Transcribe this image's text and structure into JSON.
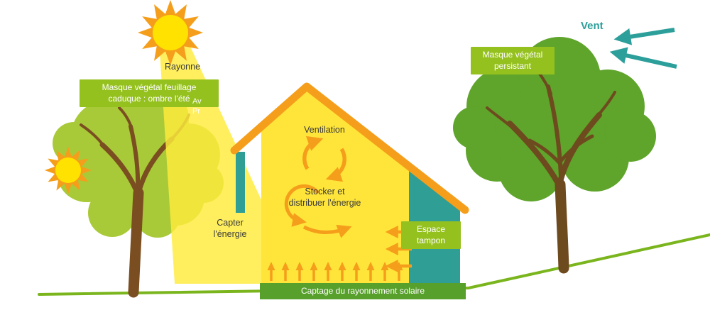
{
  "scene": {
    "wind": {
      "label": "Vent"
    },
    "radiation_label": "Rayonne",
    "overhang_fragment": {
      "line1": "Av",
      "line2": "Pr"
    },
    "left_tree_mask": {
      "line1": "Masque végétal feuillage",
      "line2": "caduque : ombre l'été"
    },
    "right_tree_mask": {
      "line1": "Masque végétal",
      "line2": "persistant"
    },
    "house": {
      "ventilation": "Ventilation",
      "store": {
        "line1": "Stocker et",
        "line2": "distribuer l'énergie"
      },
      "capture": {
        "line1": "Capter",
        "line2": "l'énergie"
      },
      "buffer": {
        "line1": "Espace",
        "line2": "tampon"
      },
      "solar_capture": "Captage du rayonnement solaire"
    }
  },
  "icons": {
    "summer_sun": "sun-icon",
    "winter_sun": "sun-icon",
    "wind_arrows": "wind-arrow-icons",
    "ventilation_arrows": "circular-arrows-icon",
    "storage_arrow": "rotate-arrow-icon",
    "solar_gain_arrows": "up-arrows-icon",
    "buffer_arrows": "left-arrows-icon"
  },
  "colors": {
    "sun_yellow": "#ffe200",
    "beam_yellow": "#ffeb3c",
    "facade_yellow": "#ffe53a",
    "orange": "#f59e1b",
    "label_green": "#95c11f",
    "bar_green": "#57a02b",
    "ground_green": "#7ab51d",
    "teal": "#2f9e95",
    "wind_teal": "#2d9f9b",
    "foliage_light": "#a9ca38",
    "foliage_dark": "#5fa42b",
    "trunk_brown": "#7a4e21",
    "text_dark": "#3a3a3a"
  }
}
